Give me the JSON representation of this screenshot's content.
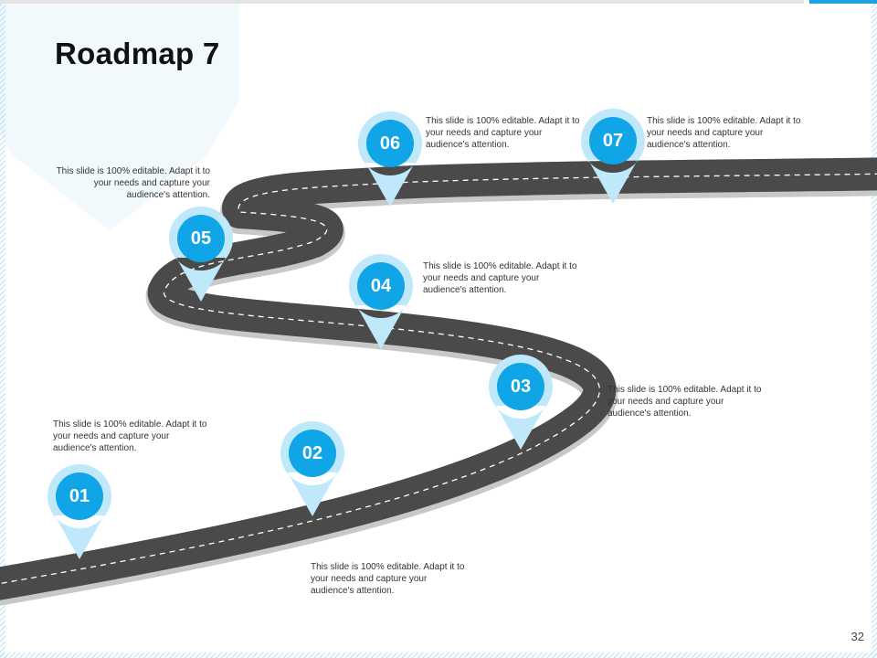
{
  "slide": {
    "title": "Roadmap 7",
    "page_number": "32"
  },
  "colors": {
    "road": "#4a4a4a",
    "road_edge": "#c8c8c8",
    "pin_outer": "#bfe8fa",
    "pin_inner": "#0fa5e6",
    "accent_bar": "#1aa3e0",
    "hexagon": "#eef7fd"
  },
  "milestones": [
    {
      "number": "01",
      "text": "This slide is 100% editable. Adapt it to your needs and capture your audience's attention."
    },
    {
      "number": "02",
      "text": "This slide is 100% editable. Adapt it to your needs and capture your audience's attention."
    },
    {
      "number": "03",
      "text": "This slide is 100% editable. Adapt it to your needs and capture your audience's attention."
    },
    {
      "number": "04",
      "text": "This slide is 100% editable. Adapt it to your needs and capture your audience's attention."
    },
    {
      "number": "05",
      "text": "This slide is 100% editable. Adapt it to your needs and capture your audience's attention."
    },
    {
      "number": "06",
      "text": "This slide is 100% editable. Adapt it to your needs and capture your audience's attention."
    },
    {
      "number": "07",
      "text": "This slide is 100% editable. Adapt it to your needs and capture your audience's attention."
    }
  ]
}
